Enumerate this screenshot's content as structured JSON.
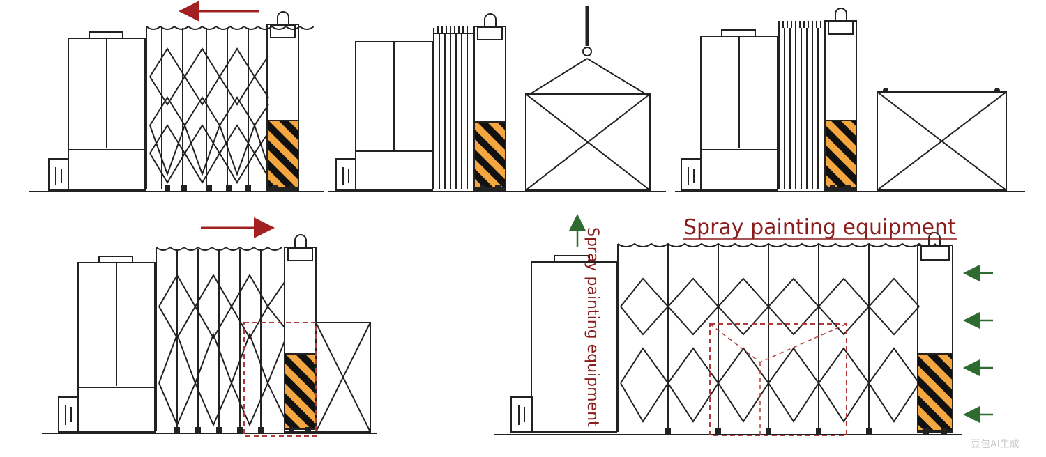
{
  "labels": {
    "main_title": "Spray painting equipment",
    "side_label": "Spray painting equipment",
    "watermark": "豆包AI生成"
  },
  "colors": {
    "line": "#222222",
    "hazard_orange": "#f4a640",
    "hazard_black": "#111111",
    "arrow_red": "#a32020",
    "arrow_green": "#2e6b2e",
    "dashed_red": "#b03a3a"
  }
}
